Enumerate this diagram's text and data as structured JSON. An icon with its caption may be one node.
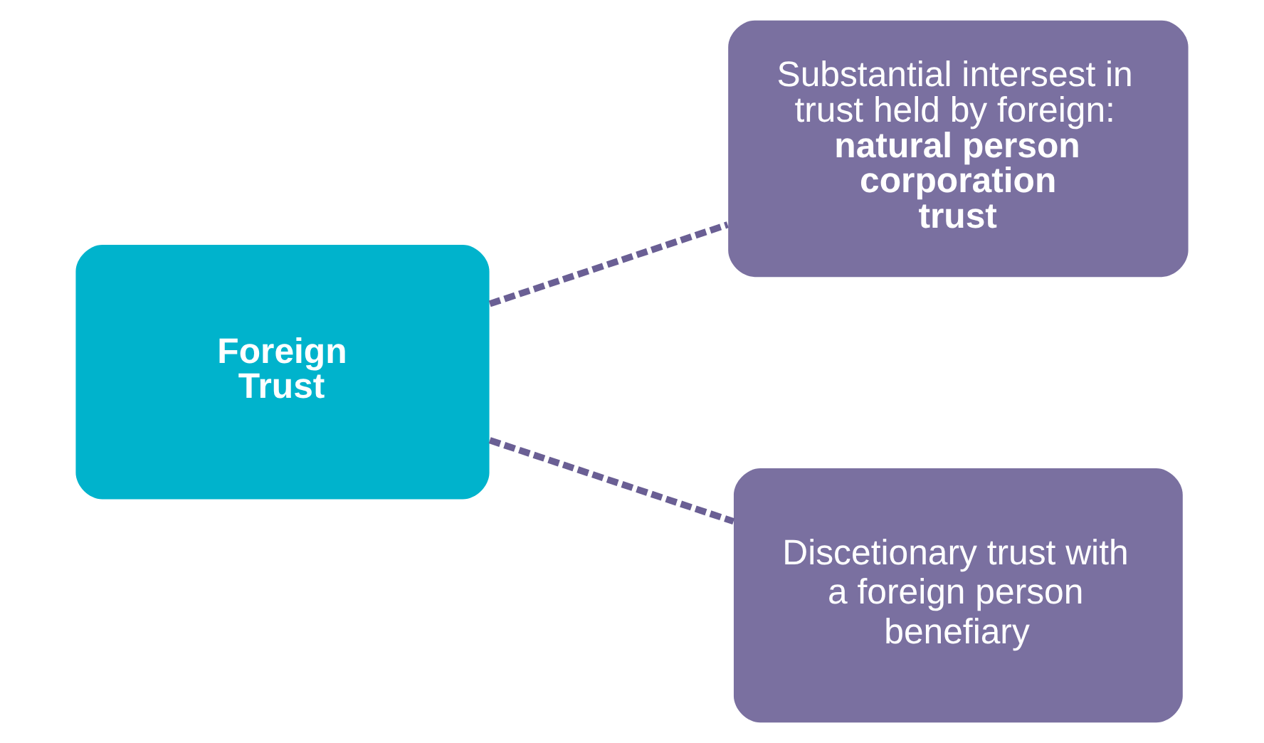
{
  "diagram": {
    "nodes": [
      {
        "text": [
          "Foreign Trust"
        ]
      },
      {
        "text": [
          "Substantial intersest in trust held by foreign:",
          "natural person",
          "corporation",
          "trust"
        ]
      },
      {
        "text": [
          "Discetionary trust with a foreign person benefiary"
        ]
      }
    ],
    "edges": [
      {
        "from": 0,
        "to": 1,
        "arrow": "none",
        "style": "dashed"
      },
      {
        "from": 0,
        "to": 2,
        "arrow": "none",
        "style": "dashed"
      }
    ]
  }
}
